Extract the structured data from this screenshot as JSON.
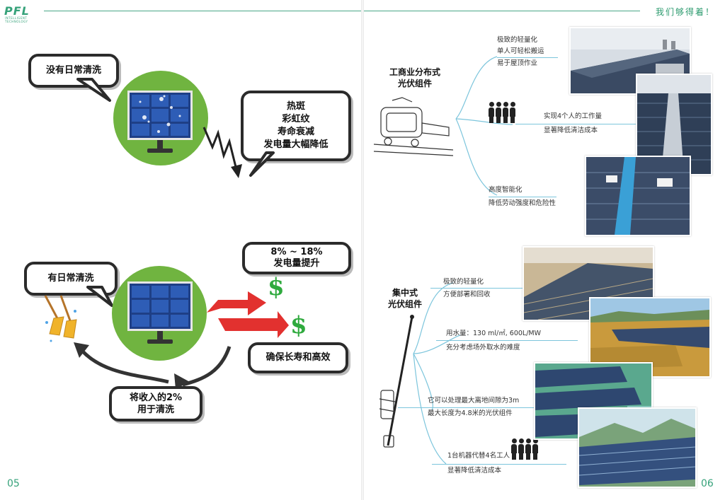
{
  "header": {
    "logo_text": "PFL",
    "logo_sub": "INTELLIGENT TECHNOLOGY",
    "slogan": "我们够得着！"
  },
  "left_page": {
    "page_number": "05",
    "top": {
      "no_clean_bubble": "没有日常清洗",
      "effects": [
        "热斑",
        "彩虹纹",
        "寿命衰减",
        "发电量大幅降低"
      ]
    },
    "bottom": {
      "clean_bubble": "有日常清洗",
      "gain_line1": "8% ~ 18%",
      "gain_line2": "发电量提升",
      "assure_bubble": "确保长寿和高效",
      "income_line1": "将收入的2%",
      "income_line2": "用于清洗",
      "dollar_symbol": "$"
    }
  },
  "right_page": {
    "page_number": "06",
    "distributed": {
      "heading_line1": "工商业分布式",
      "heading_line2": "光伏组件",
      "feature1": [
        "极致的轻量化",
        "单人可轻松搬运",
        "易于屋顶作业"
      ],
      "feature2": [
        "实现4个人的工作量",
        "显著降低清洁成本"
      ],
      "feature3": [
        "高度智能化",
        "降低劳动强度和危险性"
      ]
    },
    "centralized": {
      "heading_line1": "集中式",
      "heading_line2": "光伏组件",
      "feature1": [
        "极致的轻量化",
        "方便部署和回收"
      ],
      "feature2": [
        "用水量：130 ml/㎡, 600L/MW",
        "充分考虑场外取水的难度"
      ],
      "feature3": [
        "它可以处理最大离地间隙为3m",
        "最大长度为4.8米的光伏组件"
      ],
      "feature4": [
        "1台机器代替4名工人",
        "显著降低清洁成本"
      ]
    }
  },
  "colors": {
    "accent_green": "#36a27a",
    "circle_green": "#70b440",
    "arrow_red": "#e2312f",
    "dollar_green": "#2faa3e",
    "line_blue": "#7cc5dc"
  }
}
